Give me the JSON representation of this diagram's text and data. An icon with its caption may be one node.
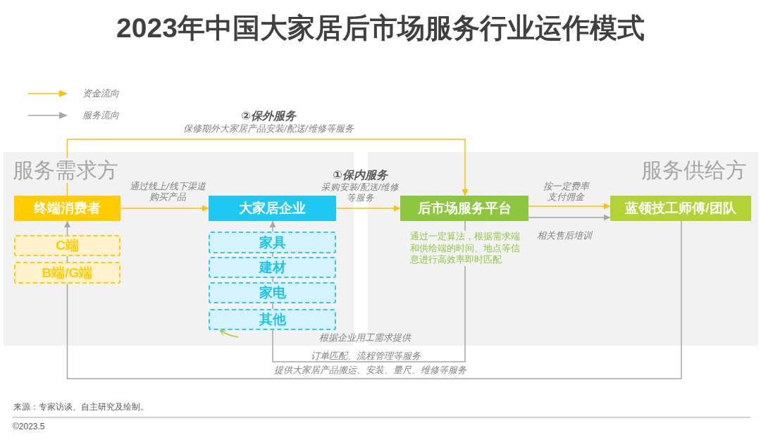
{
  "diagram": {
    "title": "2023年中国大家居后市场服务行业运作模式",
    "nodes": [
      {
        "text": [
          "服务需求方"
        ]
      },
      {
        "text": [
          "服务供给方"
        ]
      },
      {
        "text": [
          "终端消费者"
        ],
        "in": 0
      },
      {
        "text": [
          "C端"
        ],
        "in": 0
      },
      {
        "text": [
          "B端/G端"
        ],
        "in": 0
      },
      {
        "text": [
          "大家居企业"
        ],
        "in": 0
      },
      {
        "text": [
          "家具"
        ],
        "in": 0
      },
      {
        "text": [
          "建材"
        ],
        "in": 0
      },
      {
        "text": [
          "家电"
        ],
        "in": 0
      },
      {
        "text": [
          "其他"
        ],
        "in": 0
      },
      {
        "text": [
          "后市场服务平台"
        ],
        "in": 1,
        "beside": [
          "通过一定算法，根据需求端和供给端的时间、地点等信息进行高效率即时匹配"
        ]
      },
      {
        "text": [
          "蓝领技工师傅/团队"
        ],
        "in": 1
      }
    ],
    "edges": [
      {
        "from": 2,
        "to": 5,
        "arrow": "to",
        "label": "通过线上/线下渠道购买产品",
        "color": "#ffc000"
      },
      {
        "from": 5,
        "to": 10,
        "arrow": "to",
        "label": "**①保内服务**采购安装/配送/维修等服务",
        "color": "#ffc000"
      },
      {
        "from": 2,
        "to": 10,
        "arrow": "to",
        "label": "**②保外服务**保修期外大家居产品安装/配送/维修等服务",
        "color": "#ffc000"
      },
      {
        "from": 10,
        "to": 11,
        "arrow": "to",
        "label": "按一定费率支付佣金",
        "color": "#ffc000"
      },
      {
        "from": 10,
        "to": 11,
        "arrow": "to",
        "label": "相关售后培训"
      },
      {
        "from": 11,
        "to": 4,
        "arrow": "none",
        "label": "提供大家居产品搬运、安装、量尺、维修等服务"
      },
      {
        "from": 4,
        "to": 3,
        "arrow": "none"
      },
      {
        "from": 3,
        "to": 2,
        "arrow": "to"
      },
      {
        "from": 10,
        "to": 9,
        "arrow": "none",
        "label": "订单匹配、流程管理等服务"
      },
      {
        "from": 9,
        "to": 8,
        "arrow": "none"
      },
      {
        "from": 8,
        "to": 7,
        "arrow": "none"
      },
      {
        "from": 7,
        "to": 6,
        "arrow": "none"
      },
      {
        "from": 6,
        "to": 5,
        "arrow": "to"
      },
      {
        "from": null,
        "to": 9,
        "arrow": "to",
        "color": "#a6ce39"
      }
    ],
    "labels": [
      "根据企业用工需求提供",
      "来源：专家访谈、自主研究及绘制。",
      "©2023.5"
    ],
    "legend": [
      {
        "text": "资金流向"
      },
      {
        "text": "服务流向"
      }
    ]
  }
}
